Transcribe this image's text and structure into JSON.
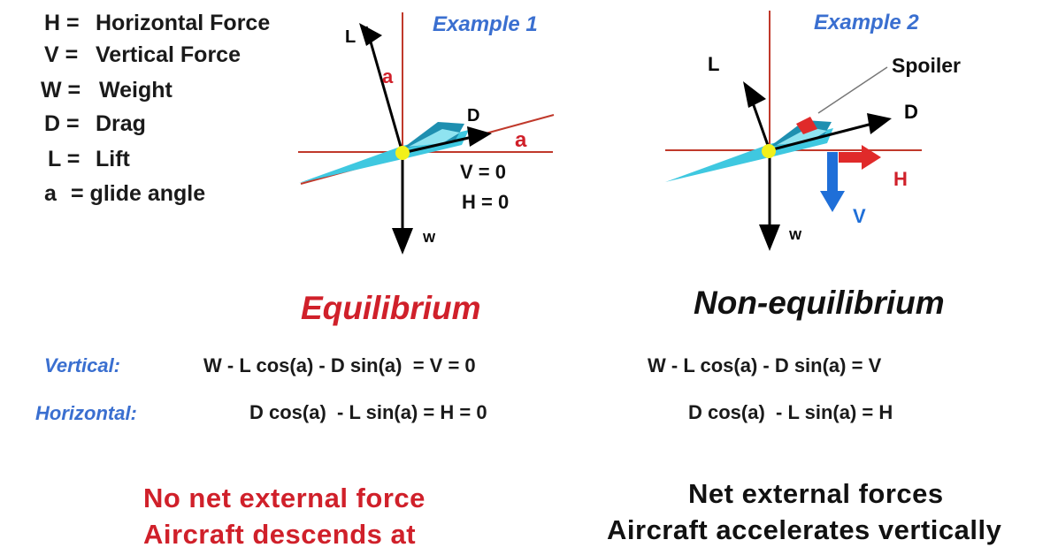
{
  "legend": [
    {
      "key": "H =",
      "value": "Horizontal Force"
    },
    {
      "key": "V =",
      "value": "Vertical Force"
    },
    {
      "key": "W =",
      "value": "Weight"
    },
    {
      "key": "D =",
      "value": "Drag"
    },
    {
      "key": "L =",
      "value": "Lift"
    },
    {
      "key": "a",
      "value": "= glide angle"
    }
  ],
  "example1": {
    "title": "Example 1",
    "labels": {
      "lift": "L",
      "drag": "D",
      "weight": "W",
      "angle_a_upper": "a",
      "angle_a_lower": "a",
      "v_eq": "V = 0",
      "h_eq": "H = 0"
    }
  },
  "example2": {
    "title": "Example 2",
    "labels": {
      "lift": "L",
      "drag": "D",
      "weight": "W",
      "spoiler": "Spoiler",
      "h": "H",
      "v": "V"
    }
  },
  "left": {
    "heading": "Equilibrium",
    "vertical_label": "Vertical:",
    "horizontal_label": "Horizontal:",
    "vertical_eq": "W - L cos(a) - D sin(a)  = V = 0",
    "horizontal_eq": "D cos(a)  - L sin(a) = H = 0",
    "conclusion_line1": "No net external force",
    "conclusion_line2": "Aircraft descends at"
  },
  "right": {
    "heading": "Non-equilibrium",
    "vertical_eq": "W - L cos(a) - D sin(a) = V",
    "horizontal_eq": "D cos(a)  - L sin(a) = H",
    "conclusion_line1": "Net external forces",
    "conclusion_line2": "Aircraft accelerates vertically"
  },
  "colors": {
    "red": "#d0202a",
    "blue": "#3a6fd0",
    "axis": "#c0392b",
    "cyan": "#3fc8e0",
    "yellow": "#f2f01a",
    "arrow_blue": "#1f6fd8"
  }
}
